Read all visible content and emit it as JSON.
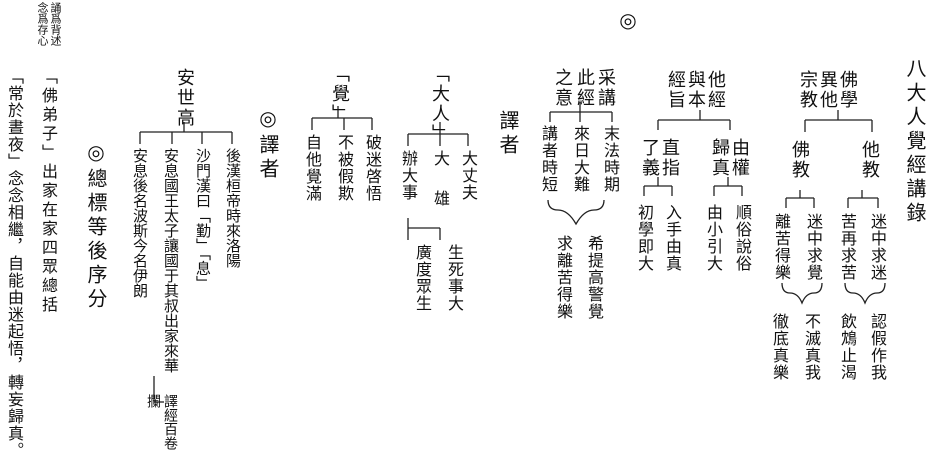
{
  "title": "八大人覺經講錄",
  "explanation": {
    "left_terms": [
      "佛學",
      "異他",
      "宗教"
    ],
    "branch_other": "他教",
    "branch_buddha": "佛教",
    "other_items": [
      "迷中求迷",
      "苦再求苦"
    ],
    "other_results": [
      "認假作我",
      "飲鴆止渴"
    ],
    "buddha_items": [
      "迷中求覺",
      "離苦得樂"
    ],
    "buddha_results": [
      "不滅真我",
      "徹底真樂"
    ]
  },
  "sutra_compare": {
    "heads": [
      "他經",
      "與本",
      "經旨"
    ],
    "branch_quan": "由權",
    "branch_quan_2": "歸真",
    "quan_items": [
      "順俗說俗",
      "由小引大"
    ],
    "branch_zhi": "直指",
    "branch_zhi_2": "了義",
    "zhi_items": [
      "入手由真",
      "初學即大"
    ]
  },
  "reason": {
    "mark": "◎",
    "heads": [
      "講",
      "此經",
      "之意"
    ],
    "head_extra": [
      "采",
      ""
    ],
    "items": [
      "末法時期",
      "來日大難",
      "講者時短"
    ],
    "results": [
      "希提高警覺",
      "求離苦得樂"
    ]
  },
  "great_man": {
    "head": "「大人」",
    "items": [
      "大丈夫",
      "大",
      "辦大事"
    ],
    "item_mid": "雄",
    "results": [
      "生死事大",
      "廣度眾生"
    ]
  },
  "awakening": {
    "head": "「覺」",
    "items": [
      "破迷啓悟",
      "不被假欺",
      "自他覺滿"
    ]
  },
  "translator": {
    "mark": "◎",
    "label": "譯者",
    "head": "安世高",
    "items": [
      "後漢桓帝時來洛陽",
      "沙門漢曰「勤」「息」",
      "安息國王太子讓國于其叔出家來華",
      "安息後名波斯今名伊朗"
    ],
    "trans_line": "譯經百卷",
    "trans_mark": "攔"
  },
  "preface": {
    "mark": "◎",
    "label": "總標等後序分",
    "small_notes": [
      "誦爲背述",
      "念爲存心"
    ],
    "disciple": "「佛弟子」出家在家四眾總括",
    "always": "「常於晝夜」念念相繼，自能由迷起悟，轉妄歸真。"
  },
  "section_mark_yizhe": "譯者"
}
